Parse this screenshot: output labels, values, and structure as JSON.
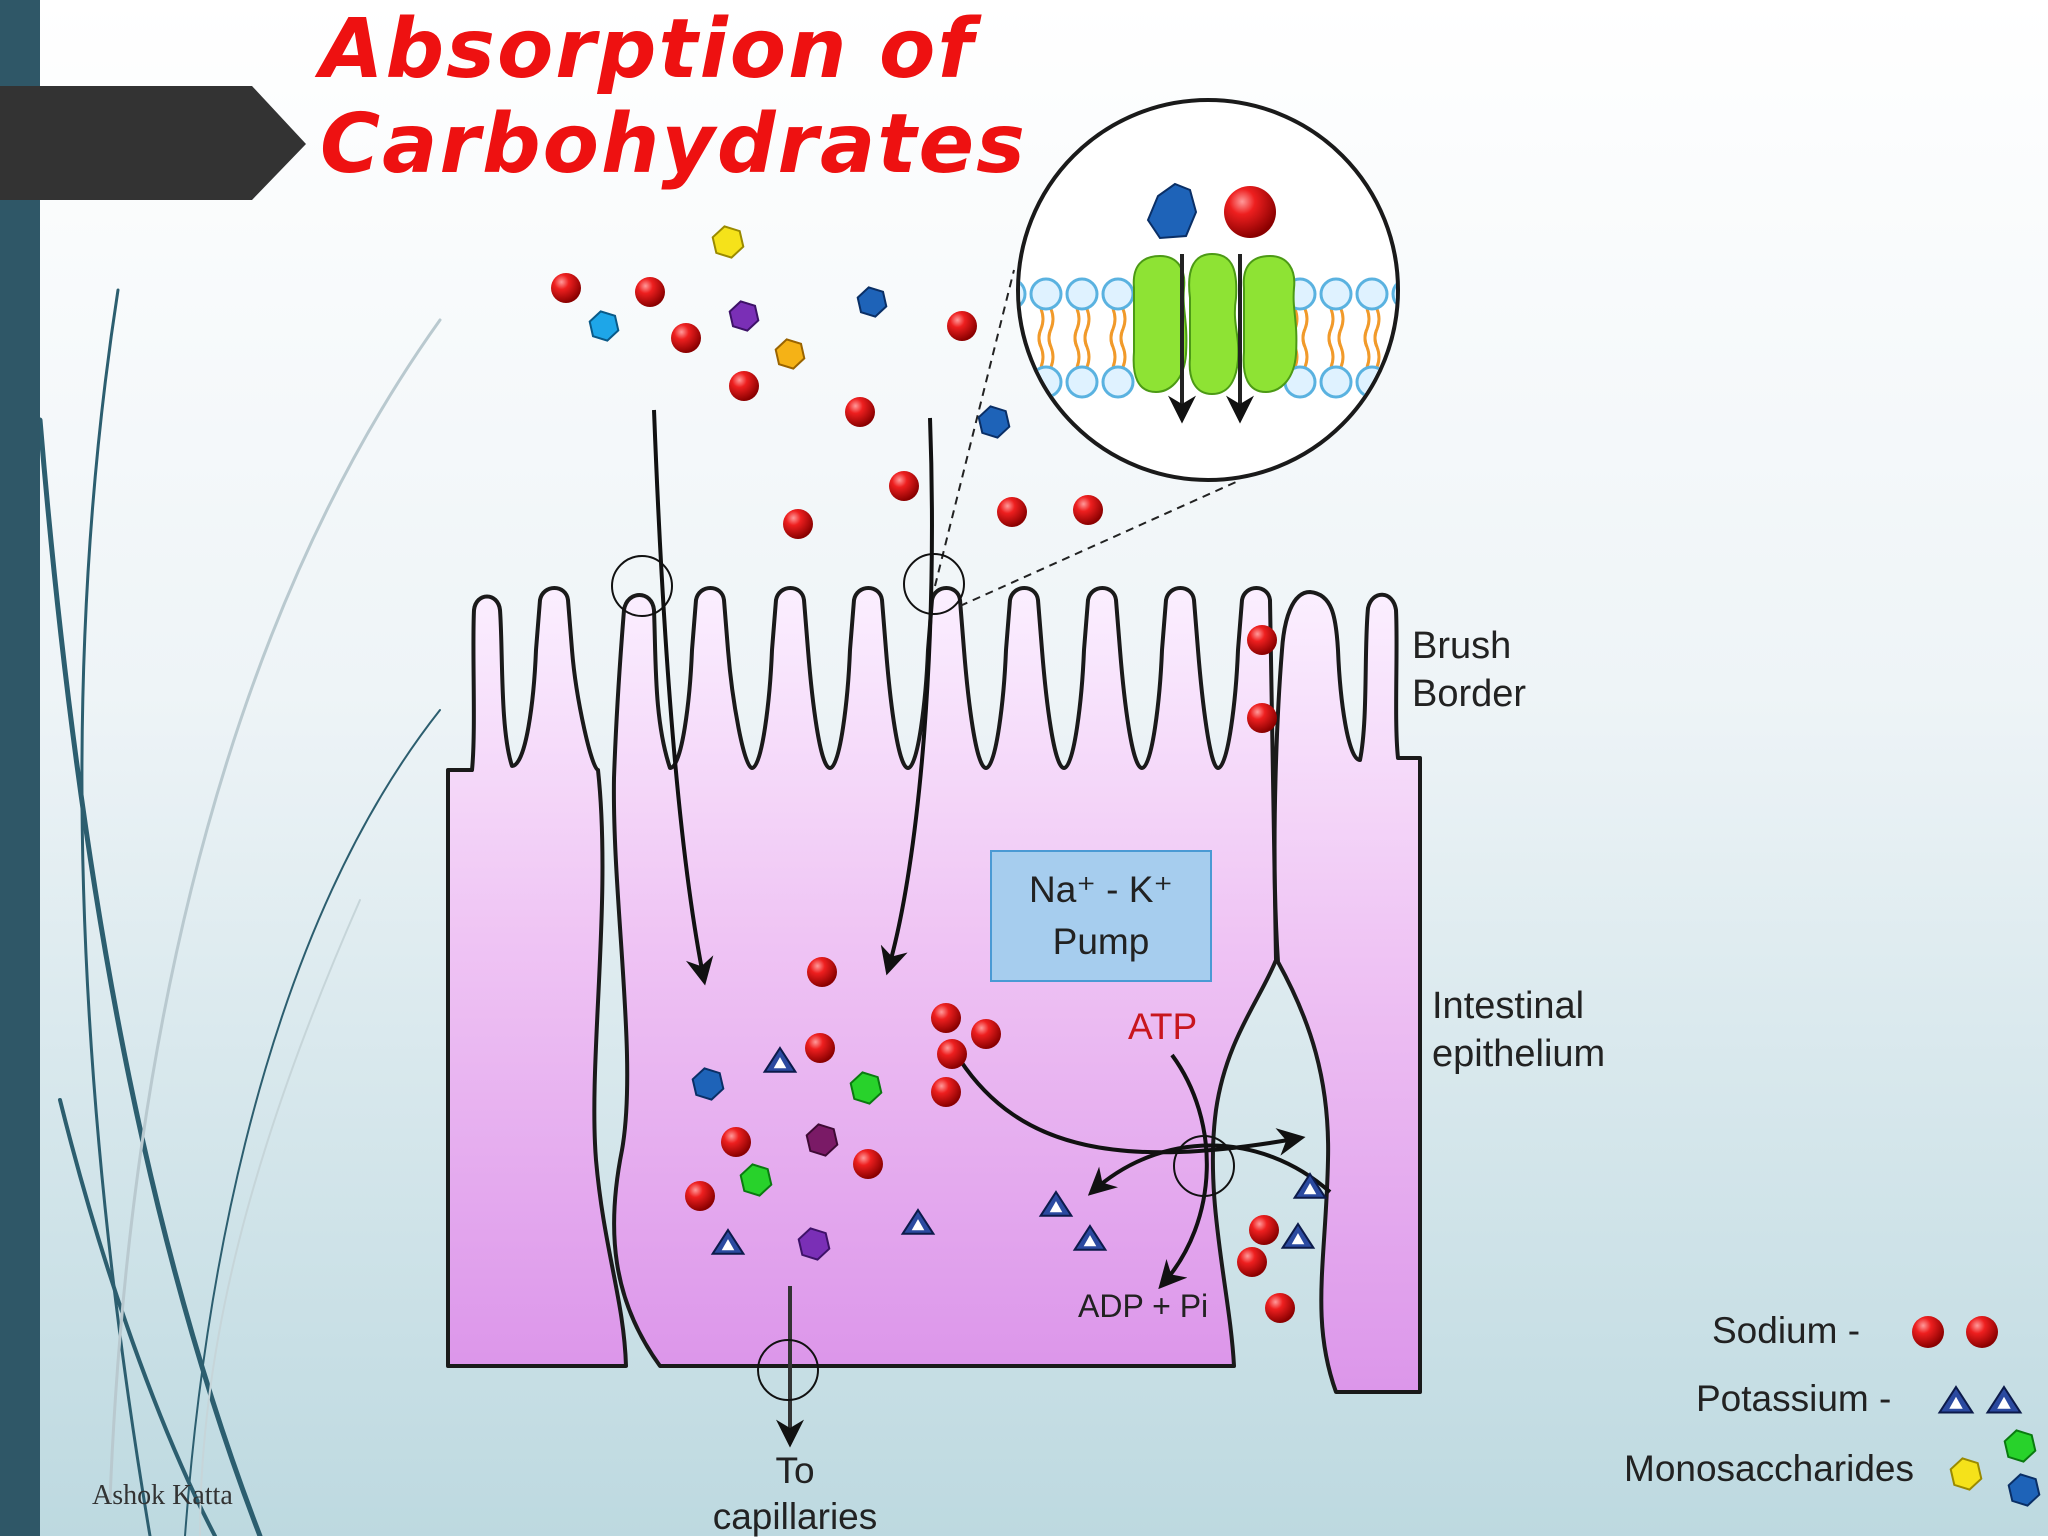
{
  "title": "Absorption of Carbohydrates",
  "colors": {
    "title": "#ee1111",
    "sidebar": "#2f5767",
    "tab": "#333333",
    "cell_fill": "#e9b4ee",
    "pump_fill": "#a6cdee",
    "atp": "#c8161d",
    "channel": "#8ee334"
  },
  "labels": {
    "brush_border": [
      "Brush",
      "Border"
    ],
    "intestinal_epithelium": [
      "Intestinal",
      "epithelium"
    ],
    "pump": [
      "Na⁺ - K⁺",
      "Pump"
    ],
    "atp": "ATP",
    "adp": "ADP + Pi",
    "capillaries": [
      "To",
      "capillaries"
    ]
  },
  "legend": {
    "sodium": "Sodium -",
    "potassium": "Potassium -",
    "monosaccharides": "Monosaccharides"
  },
  "author": "Ashok Katta"
}
